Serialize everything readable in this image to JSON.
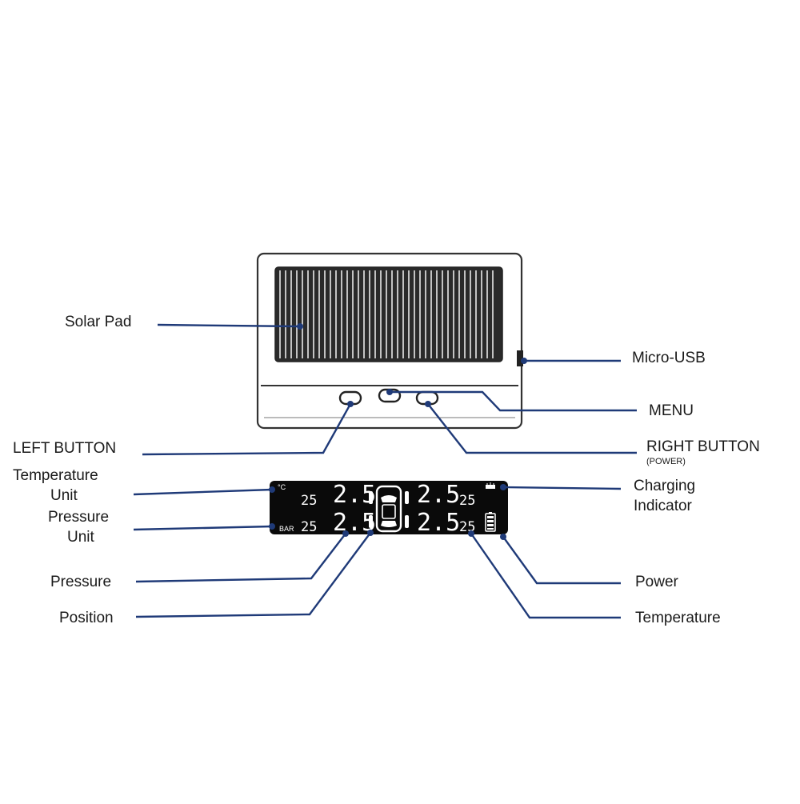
{
  "labels": {
    "solar_pad": "Solar Pad",
    "micro_usb": "Micro-USB",
    "menu": "MENU",
    "left_button": "LEFT BUTTON",
    "right_button": "RIGHT BUTTON",
    "right_button_sub": "(POWER)",
    "temperature_unit_line1": "Temperature",
    "temperature_unit_line2": "Unit",
    "pressure_unit_line1": "Pressure",
    "pressure_unit_line2": "Unit",
    "charging_indicator_line1": "Charging",
    "charging_indicator_line2": "Indicator",
    "pressure": "Pressure",
    "position": "Position",
    "power": "Power",
    "temperature": "Temperature"
  },
  "display": {
    "temp_unit": "°C",
    "pressure_unit": "BAR",
    "front_left": {
      "temp": "25",
      "pressure": "2.5"
    },
    "front_right": {
      "pressure": "2.5",
      "temp": "25"
    },
    "rear_left": {
      "temp": "25",
      "pressure": "2.5"
    },
    "rear_right": {
      "pressure": "2.5",
      "temp": "25"
    }
  },
  "colors": {
    "leader": "#1f3a78",
    "screen": "#0a0a0a",
    "device_outline": "#333333"
  }
}
